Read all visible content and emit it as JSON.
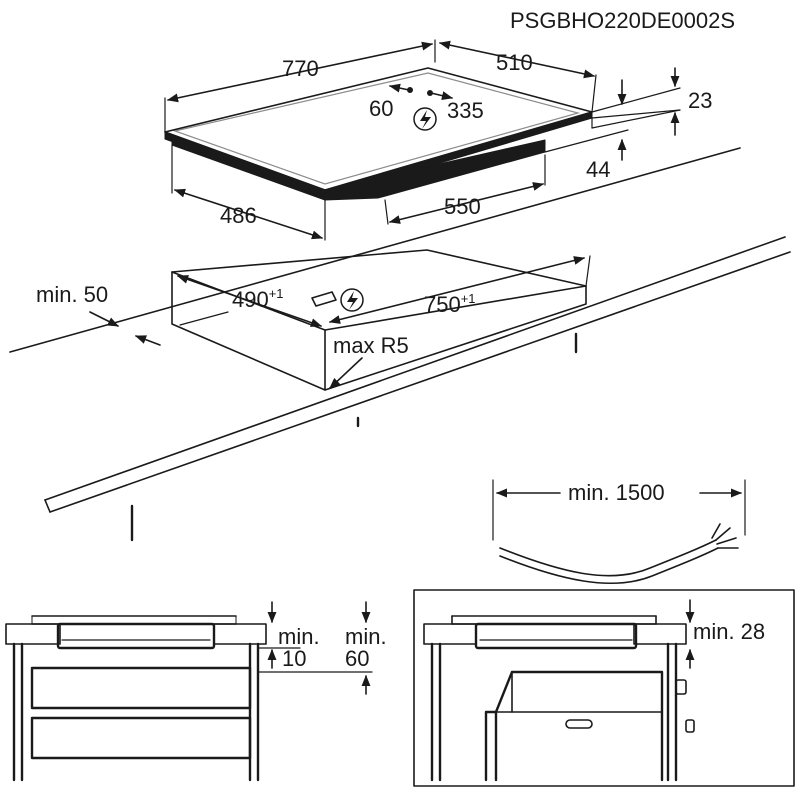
{
  "code": "PSGBHO220DE0002S",
  "dims": {
    "width": "770",
    "depth": "510",
    "conn_left": "60",
    "conn_right": "335",
    "glass_thickness": "23",
    "body_height": "44",
    "body_width": "550",
    "body_depth": "486",
    "cutout_depth": "490",
    "cutout_depth_tol": "+1",
    "cutout_width": "750",
    "cutout_width_tol": "+1",
    "min_front": "min. 50",
    "max_radius": "max R5",
    "cable": "min. 1500",
    "drawer_min_a": "min.",
    "drawer_val_a": "10",
    "drawer_min_b": "min.",
    "drawer_val_b": "60",
    "oven_gap": "min. 28"
  },
  "icons": [
    "lightning-icon",
    "lightning-icon"
  ]
}
